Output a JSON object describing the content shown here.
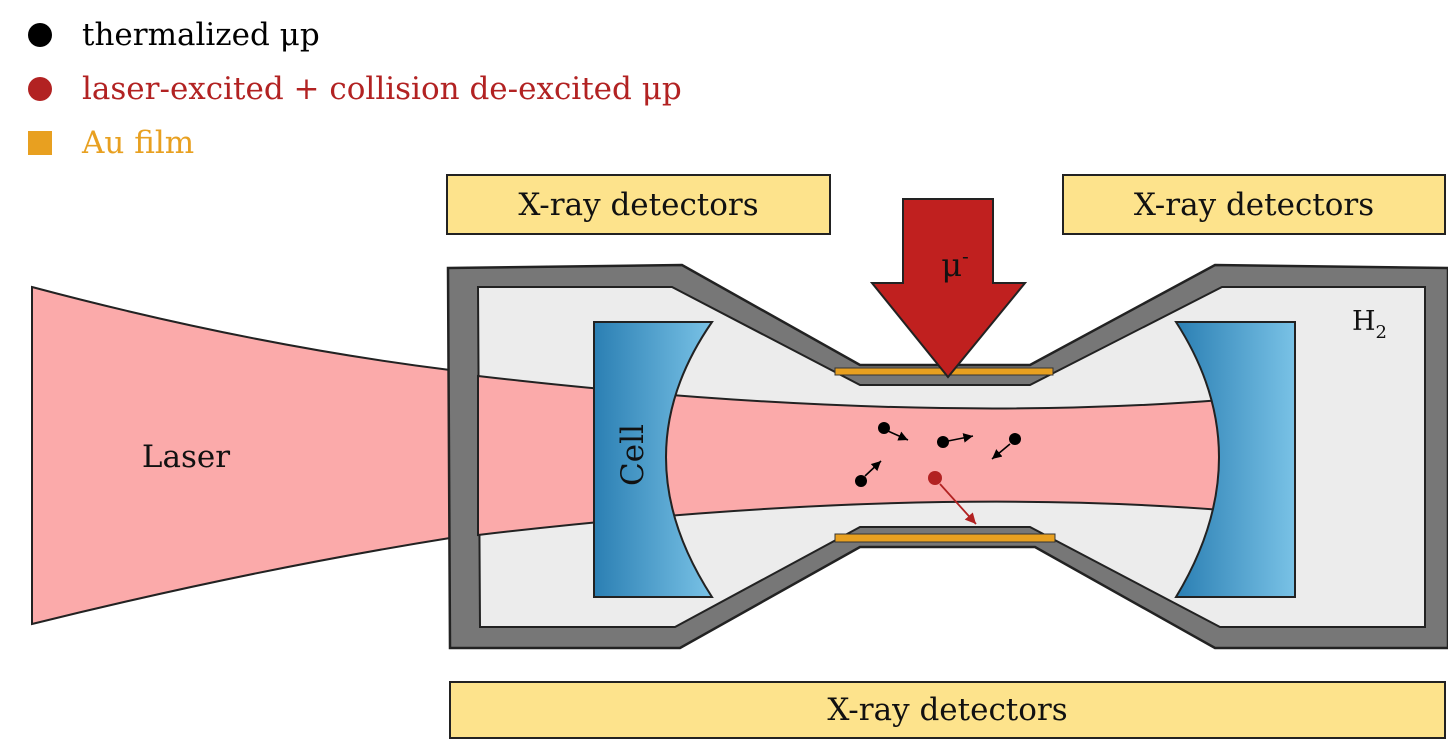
{
  "legend": {
    "items": [
      {
        "label": "thermalized μp",
        "color": "#000000",
        "shape": "circle"
      },
      {
        "label": "laser-excited + collision de-excited μp",
        "color": "#b22222",
        "shape": "circle"
      },
      {
        "label": "Au film",
        "color": "#e8a020",
        "shape": "square"
      }
    ]
  },
  "detectors": {
    "top_left": "X-ray detectors",
    "top_right": "X-ray detectors",
    "bottom": "X-ray detectors"
  },
  "labels": {
    "laser": "Laser",
    "cell": "Cell",
    "muon": "μ",
    "muon_charge": "-",
    "gas": "H",
    "gas_subscript": "2"
  },
  "colors": {
    "laser": "#fbaaaa",
    "muon_arrow": "#c0201f",
    "au_film": "#e8a020",
    "cell_wall": "#777777",
    "cell_interior": "#ececec",
    "mirror_dark": "#2b7fb3",
    "mirror_light": "#79c2e6",
    "detector_fill": "#fde38c"
  }
}
